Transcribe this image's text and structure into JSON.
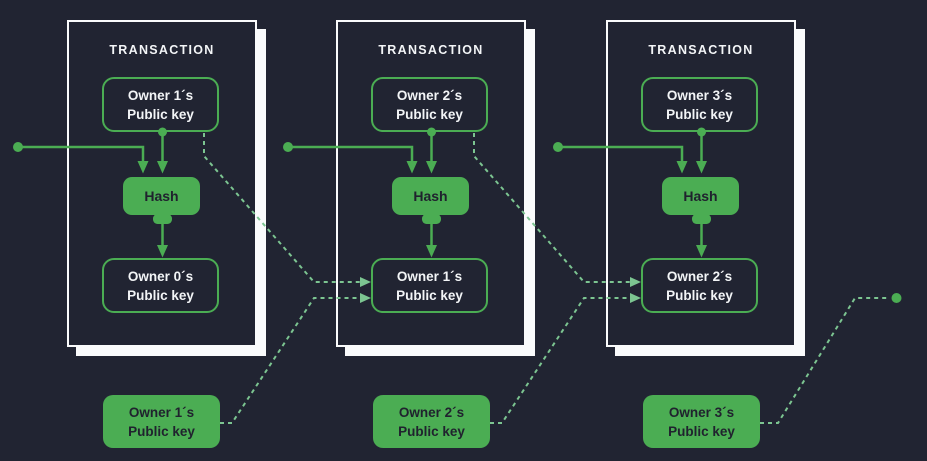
{
  "colors": {
    "bg": "#212432",
    "card_bg": "#212432",
    "green": "#4bad53",
    "green_dash": "#7cc591",
    "white": "#fafbfc",
    "text_light": "#f3f5f7",
    "text_dark": "#20222e"
  },
  "transactions": [
    {
      "title": "TRANSACTION",
      "top_key": {
        "line1": "Owner 1´s",
        "line2": "Public key"
      },
      "hash_label": "Hash",
      "bottom_key": {
        "line1": "Owner 0´s",
        "line2": "Public key"
      }
    },
    {
      "title": "TRANSACTION",
      "top_key": {
        "line1": "Owner 2´s",
        "line2": "Public key"
      },
      "hash_label": "Hash",
      "bottom_key": {
        "line1": "Owner 1´s",
        "line2": "Public key"
      }
    },
    {
      "title": "TRANSACTION",
      "top_key": {
        "line1": "Owner 3´s",
        "line2": "Public key"
      },
      "hash_label": "Hash",
      "bottom_key": {
        "line1": "Owner 2´s",
        "line2": "Public key"
      }
    }
  ],
  "external_keys": [
    {
      "line1": "Owner 1´s",
      "line2": "Public key"
    },
    {
      "line1": "Owner 2´s",
      "line2": "Public key"
    },
    {
      "line1": "Owner 3´s",
      "line2": "Public key"
    }
  ]
}
